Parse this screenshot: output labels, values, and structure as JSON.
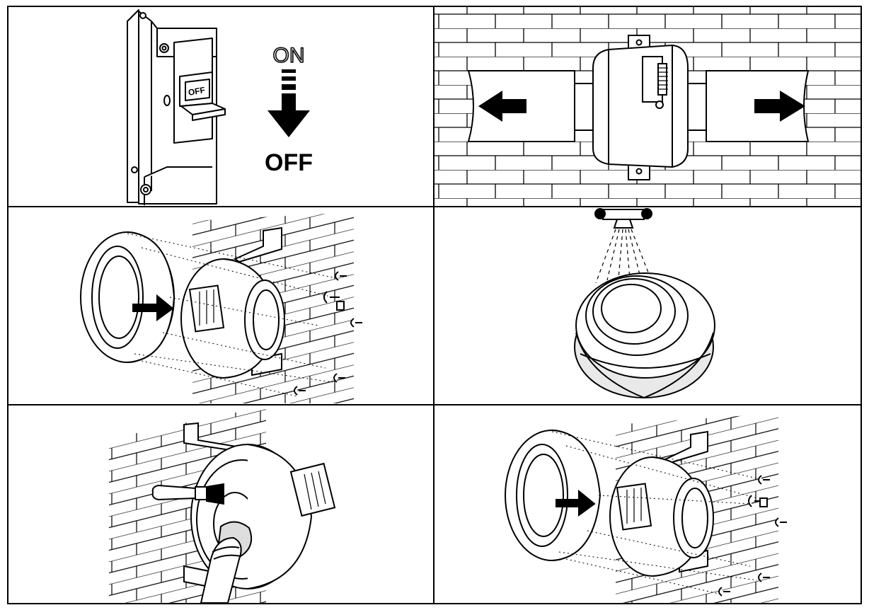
{
  "panels": [
    {
      "id": "power-off",
      "on_label": "ON",
      "switch_label": "OFF",
      "off_label": "OFF"
    },
    {
      "id": "duct-disconnect"
    },
    {
      "id": "open-housing"
    },
    {
      "id": "wash-housing"
    },
    {
      "id": "clean-impeller"
    },
    {
      "id": "reassemble"
    }
  ],
  "colors": {
    "line": "#000000",
    "paper": "#ffffff",
    "shade": "#e9e9e9"
  }
}
